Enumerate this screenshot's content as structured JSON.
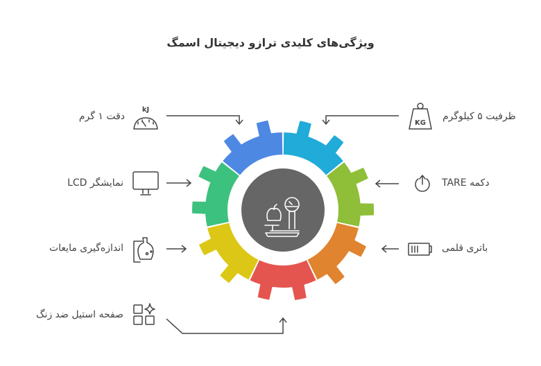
{
  "title": "ویژگی‌های کلیدی ترازو دیجیتال اسمگ",
  "features_left": [
    {
      "label": "دقت ۱ گرم",
      "icon": "gauge-kj-icon"
    },
    {
      "label": "نمایشگر LCD",
      "icon": "monitor-icon"
    },
    {
      "label": "اندازه‌گیری مایعات",
      "icon": "flask-icon"
    },
    {
      "label": "صفحه استیل ضد زنگ",
      "icon": "shapes-sparkle-icon"
    }
  ],
  "features_right": [
    {
      "label": "ظرفیت ۵ کیلوگرم",
      "icon": "kg-weight-icon"
    },
    {
      "label": "دکمه TARE",
      "icon": "power-icon"
    },
    {
      "label": "باتری قلمی",
      "icon": "battery-icon"
    }
  ],
  "icon_text": {
    "kj": "kJ",
    "kg": "KG"
  },
  "center_icon": "scale-icon",
  "gear_colors": [
    "#20abd9",
    "#8fbe38",
    "#e0842f",
    "#e5554f",
    "#dcc716",
    "#3dc17e",
    "#4d88e3"
  ],
  "center_color": "#666666"
}
